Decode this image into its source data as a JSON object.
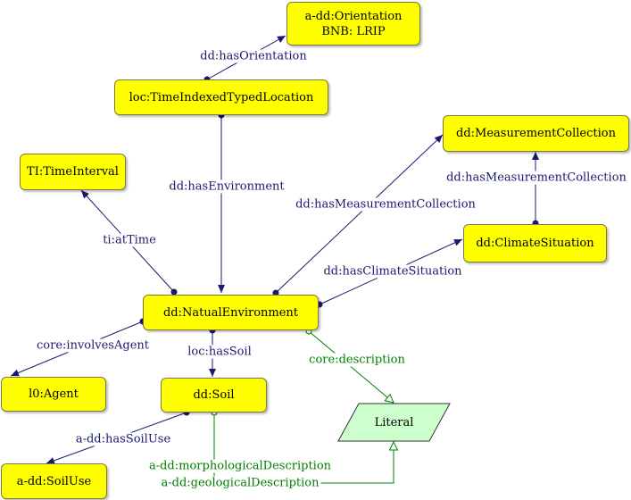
{
  "colors": {
    "node_fill": "#ffff00",
    "literal_fill": "#ccffcc",
    "object_edge": "#191970",
    "data_edge": "#008000"
  },
  "nodes": {
    "orientation": {
      "line1": "a-dd:Orientation",
      "line2": "BNB: LRIP"
    },
    "time_indexed_location": "loc:TimeIndexedTypedLocation",
    "measurement_collection": "dd:MeasurementCollection",
    "time_interval": "TI:TimeInterval",
    "climate_situation": "dd:ClimateSituation",
    "natual_environment": "dd:NatualEnvironment",
    "agent": "l0:Agent",
    "soil": "dd:Soil",
    "literal": "Literal",
    "soil_use": "a-dd:SoilUse"
  },
  "edges": {
    "has_orientation": "dd:hasOrientation",
    "has_environment": "dd:hasEnvironment",
    "has_measurement_collection_1": "dd:hasMeasurementCollection",
    "has_measurement_collection_2": "dd:hasMeasurementCollection",
    "at_time": "ti:atTime",
    "has_climate_situation": "dd:hasClimateSituation",
    "involves_agent": "core:involvesAgent",
    "has_soil": "loc:hasSoil",
    "description": "core:description",
    "has_soil_use": "a-dd:hasSoilUse",
    "morphological_description": "a-dd:morphologicalDescription",
    "geological_description": "a-dd:geologicalDescription"
  }
}
